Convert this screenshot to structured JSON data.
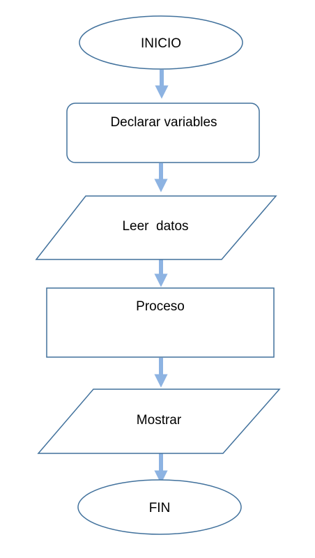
{
  "diagram": {
    "type": "flowchart",
    "colors": {
      "shape_stroke": "#41719c",
      "shape_fill": "#ffffff",
      "arrow": "#8db3e2",
      "text": "#000000"
    },
    "nodes": [
      {
        "id": "inicio",
        "shape": "terminator",
        "label": "INICIO"
      },
      {
        "id": "declarar",
        "shape": "rounded-process",
        "label": "Declarar variables"
      },
      {
        "id": "leer",
        "shape": "input-output",
        "label": "Leer  datos"
      },
      {
        "id": "proceso",
        "shape": "process",
        "label": "Proceso"
      },
      {
        "id": "mostrar",
        "shape": "input-output",
        "label": "Mostrar"
      },
      {
        "id": "fin",
        "shape": "terminator",
        "label": "FIN"
      }
    ],
    "edges": [
      {
        "from": "inicio",
        "to": "declarar"
      },
      {
        "from": "declarar",
        "to": "leer"
      },
      {
        "from": "leer",
        "to": "proceso"
      },
      {
        "from": "proceso",
        "to": "mostrar"
      },
      {
        "from": "mostrar",
        "to": "fin"
      }
    ]
  }
}
